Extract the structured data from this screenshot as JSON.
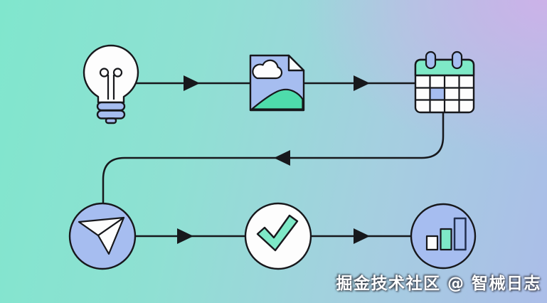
{
  "watermark": {
    "text": "掘金技术社区 @ 智械日志"
  },
  "colors": {
    "bg-mint": "#80e6cd",
    "bg-lavender": "#ccb2e8",
    "bg-periwinkle": "#abbde8",
    "periwinkle": "#a6bdf0",
    "mint": "#7ee9c7",
    "mint-strong": "#4edcab",
    "white": "#fdfdfd",
    "outline": "#17181c",
    "navy": "#23304f"
  },
  "flow": {
    "type": "workflow-illustration",
    "steps": [
      {
        "id": "idea",
        "icon": "lightbulb-icon"
      },
      {
        "id": "image",
        "icon": "image-file-icon"
      },
      {
        "id": "schedule",
        "icon": "calendar-icon"
      },
      {
        "id": "send",
        "icon": "paper-plane-icon"
      },
      {
        "id": "approve",
        "icon": "check-mark-icon"
      },
      {
        "id": "growth",
        "icon": "bar-chart-icon"
      }
    ],
    "connections": [
      {
        "from": "idea",
        "to": "image"
      },
      {
        "from": "image",
        "to": "schedule"
      },
      {
        "from": "schedule",
        "to": "send"
      },
      {
        "from": "send",
        "to": "approve"
      },
      {
        "from": "approve",
        "to": "growth"
      }
    ]
  }
}
